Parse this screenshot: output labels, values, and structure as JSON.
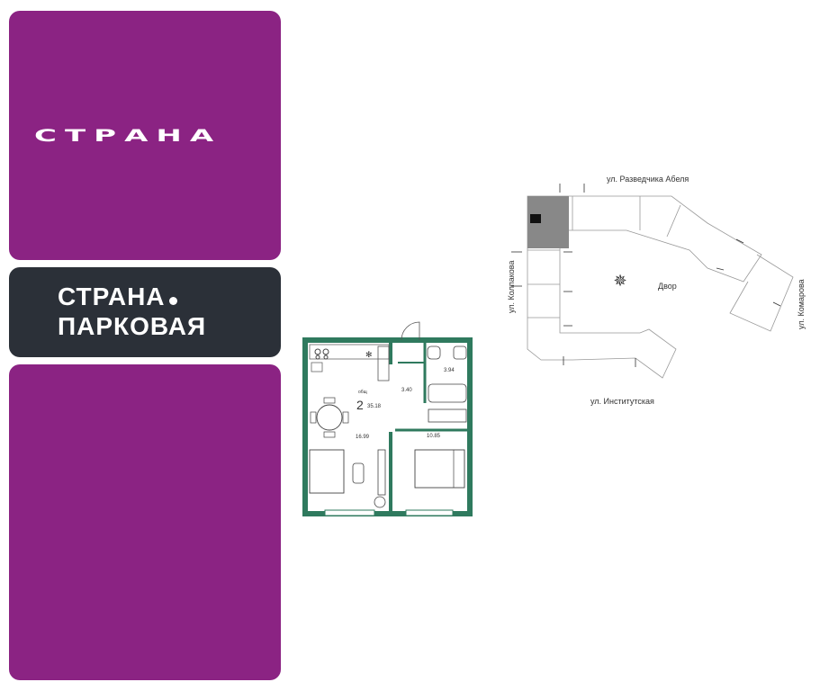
{
  "brand": {
    "logo_text": "СТРАНА",
    "project_line1": "СТРАНА",
    "project_line2": "ПАРКОВАЯ"
  },
  "colors": {
    "brand_purple": "#8b2383",
    "dark_panel": "#2b3038",
    "wall_green": "#2f7a5e"
  },
  "floor_plan": {
    "rooms_count": "2",
    "total_area": "35.18",
    "total_label": "общ",
    "kitchen_living_area": "16.99",
    "bathroom_area": "3.94",
    "hall_area": "3.40",
    "bedroom_area": "10.85"
  },
  "site_plan": {
    "street_top": "ул. Разведчика Абеля",
    "street_left": "ул. Колпакова",
    "street_right": "ул. Комарова",
    "street_bottom": "ул. Институтская",
    "courtyard": "Двор",
    "compass": "compass-rose-icon"
  }
}
